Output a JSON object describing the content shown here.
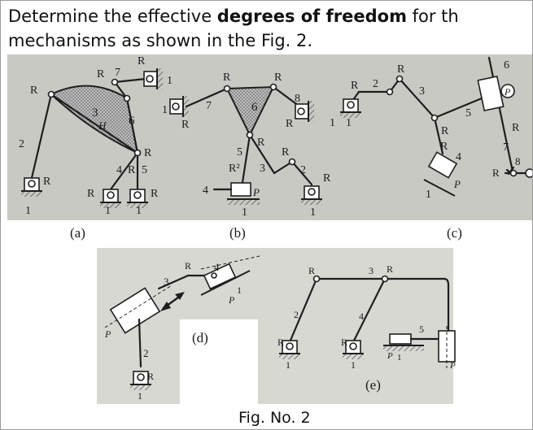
{
  "question": {
    "prefix": "Determine the effective ",
    "bold": "degrees of freedom",
    "suffix": " for th",
    "line2": "mechanisms as shown in the Fig. 2."
  },
  "caption": "Fig. No. 2",
  "panels": {
    "a": "(a)",
    "b": "(b)",
    "c": "(c)",
    "d": "(d)",
    "e": "(e)"
  },
  "labels": {
    "R": "R",
    "P": "P",
    "H": "H",
    "n1": "1",
    "n2": "2",
    "n3": "3",
    "n4": "4",
    "n5": "5",
    "n6": "6",
    "n7": "7",
    "n8": "8",
    "R2": "R²"
  },
  "colors": {
    "photo_bg": "#c9c9c4",
    "photo_bg_light": "#d8d8d3",
    "ink": "#1e1e1e",
    "hatch": "#8f8f8f"
  }
}
